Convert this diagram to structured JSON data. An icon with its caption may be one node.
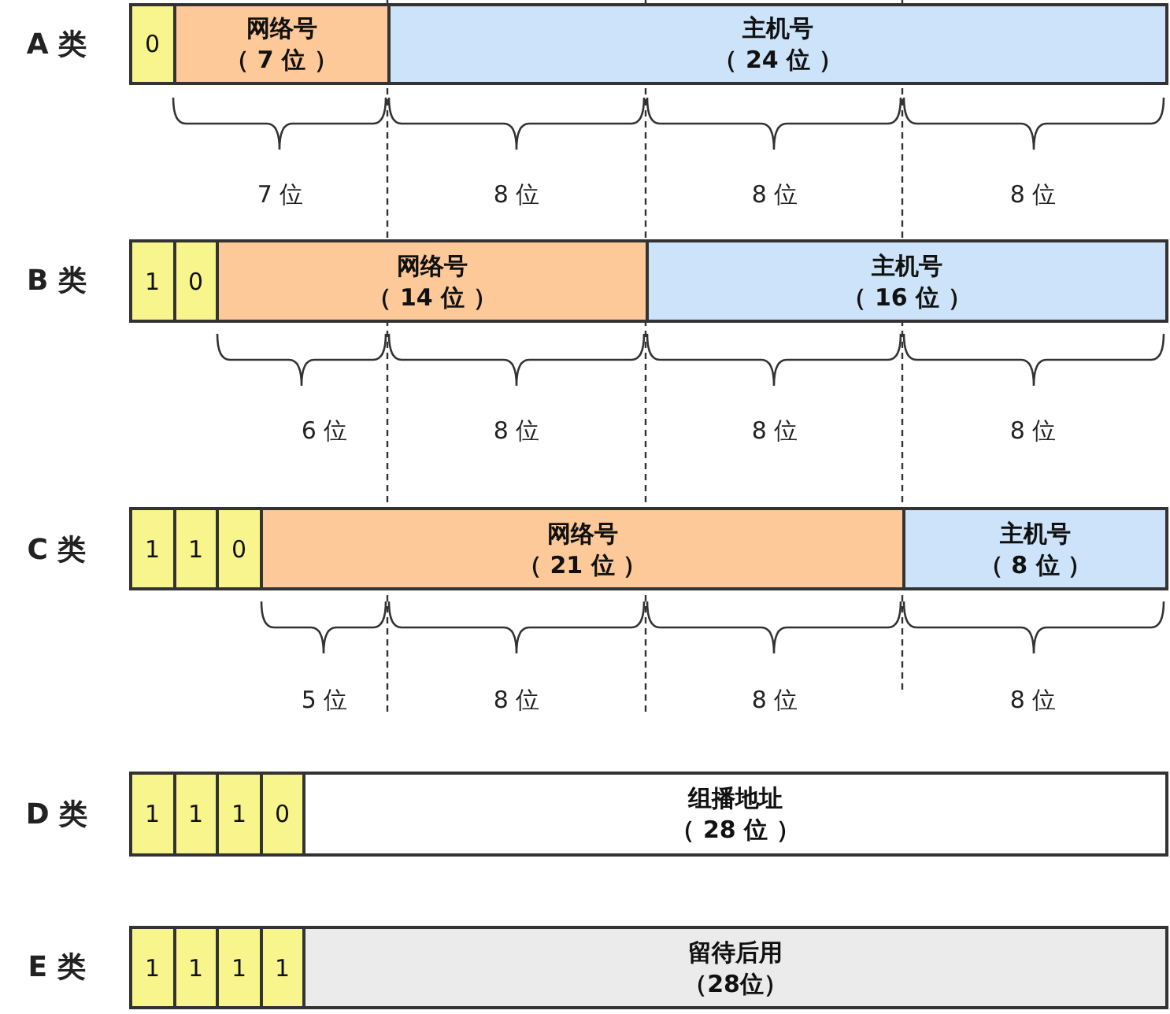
{
  "diagram": {
    "nodes": [
      {
        "text": [
          "0"
        ]
      },
      {
        "text": [
          "网络号",
          "（ 7 位 ）"
        ]
      },
      {
        "text": [
          "主机号",
          "（ 24 位 ）"
        ]
      },
      {
        "text": [
          "1"
        ]
      },
      {
        "text": [
          "0"
        ]
      },
      {
        "text": [
          "网络号",
          "（ 14 位 ）"
        ]
      },
      {
        "text": [
          "主机号",
          "（ 16 位 ）"
        ]
      },
      {
        "text": [
          "1"
        ]
      },
      {
        "text": [
          "1"
        ]
      },
      {
        "text": [
          "0"
        ]
      },
      {
        "text": [
          "网络号",
          "（ 21 位 ）"
        ]
      },
      {
        "text": [
          "主机号",
          "（ 8 位 ）"
        ]
      },
      {
        "text": [
          "1"
        ]
      },
      {
        "text": [
          "1"
        ]
      },
      {
        "text": [
          "1"
        ]
      },
      {
        "text": [
          "0"
        ]
      },
      {
        "text": [
          "组播地址",
          "（ 28 位 ）"
        ]
      },
      {
        "text": [
          "1"
        ]
      },
      {
        "text": [
          "1"
        ]
      },
      {
        "text": [
          "1"
        ]
      },
      {
        "text": [
          "1"
        ]
      },
      {
        "text": [
          "留待后用",
          "（28位）"
        ]
      }
    ],
    "labels": [
      "A 类",
      "7 位",
      "8 位",
      "8 位",
      "8 位",
      "B 类",
      "6 位",
      "8 位",
      "8 位",
      "8 位",
      "C 类",
      "5 位",
      "8 位",
      "8 位",
      "8 位",
      "D 类",
      "E 类"
    ]
  }
}
